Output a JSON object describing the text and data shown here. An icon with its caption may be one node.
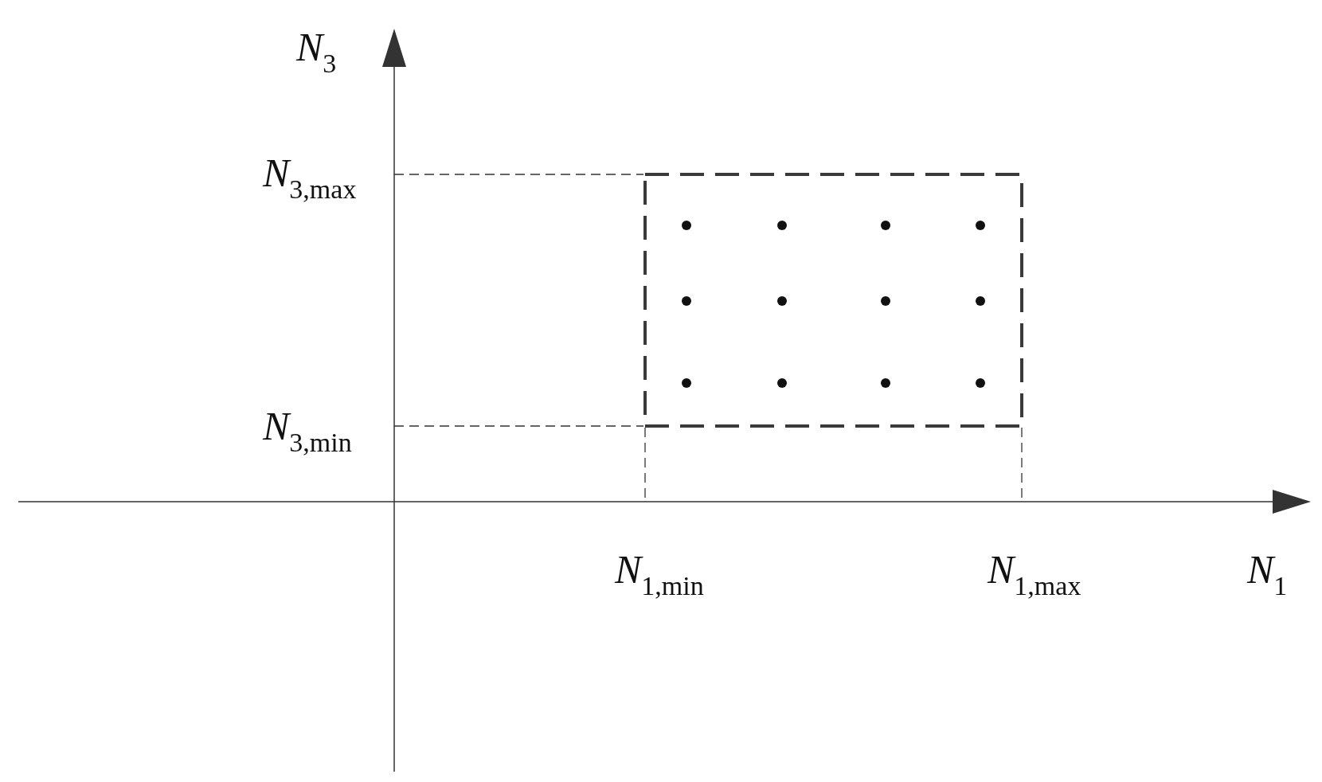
{
  "diagram": {
    "labels": [
      "*N*$_{3}$",
      "*N*$_{3,max}$",
      "*N*$_{3,min}$",
      "*N*$_{1,min}$",
      "*N*$_{1,max}$",
      "*N*$_{1}$"
    ]
  }
}
